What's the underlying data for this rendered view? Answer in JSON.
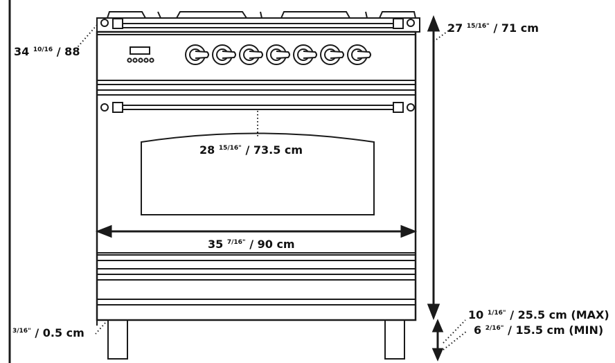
{
  "labels": {
    "depth": {
      "whole": "34",
      "frac": "10/16",
      "rest": "/ 88"
    },
    "height_top": {
      "whole": "27",
      "frac": "15/16\"",
      "rest": "/ 71 cm"
    },
    "oven_height": {
      "whole": "28",
      "frac": "15/16\"",
      "rest": "/ 73.5 cm"
    },
    "width": {
      "whole": "35",
      "frac": "7/16\"",
      "rest": "/ 90 cm"
    },
    "foot_gap": {
      "frac": "3/16\"",
      "rest": "/ 0.5 cm"
    },
    "leg_max": {
      "whole": "10",
      "frac": "1/16\"",
      "rest": "/ 25.5 cm (MAX)"
    },
    "leg_min": {
      "whole": "6",
      "frac": "2/16\"",
      "rest": "/ 15.5 cm (MIN)"
    }
  },
  "stove": {
    "knob_count": 7,
    "button_count": 5
  },
  "colors": {
    "line": "#1a1a1a",
    "background": "#ffffff"
  }
}
